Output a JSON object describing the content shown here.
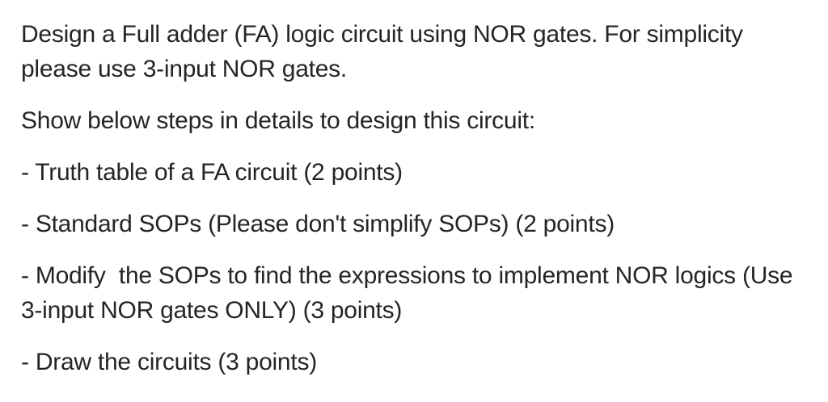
{
  "doc": {
    "background_color": "#ffffff",
    "text_color": "#252525",
    "paragraphs": [
      {
        "lines": [
          "Design a Full adder (FA) logic circuit using NOR gates. For simplicity",
          "please use 3-input NOR gates."
        ]
      },
      {
        "lines": [
          "Show below steps in details to design this circuit:"
        ]
      },
      {
        "lines": [
          "- Truth table of a FA circuit (2 points)"
        ]
      },
      {
        "lines": [
          "- Standard SOPs (Please don't simplify SOPs) (2 points)"
        ]
      },
      {
        "lines": [
          "- Modify  the SOPs to find the expressions to implement NOR logics (Use",
          "3-input NOR gates ONLY) (3 points)"
        ]
      },
      {
        "lines": [
          "- Draw the circuits (3 points)"
        ]
      }
    ]
  }
}
